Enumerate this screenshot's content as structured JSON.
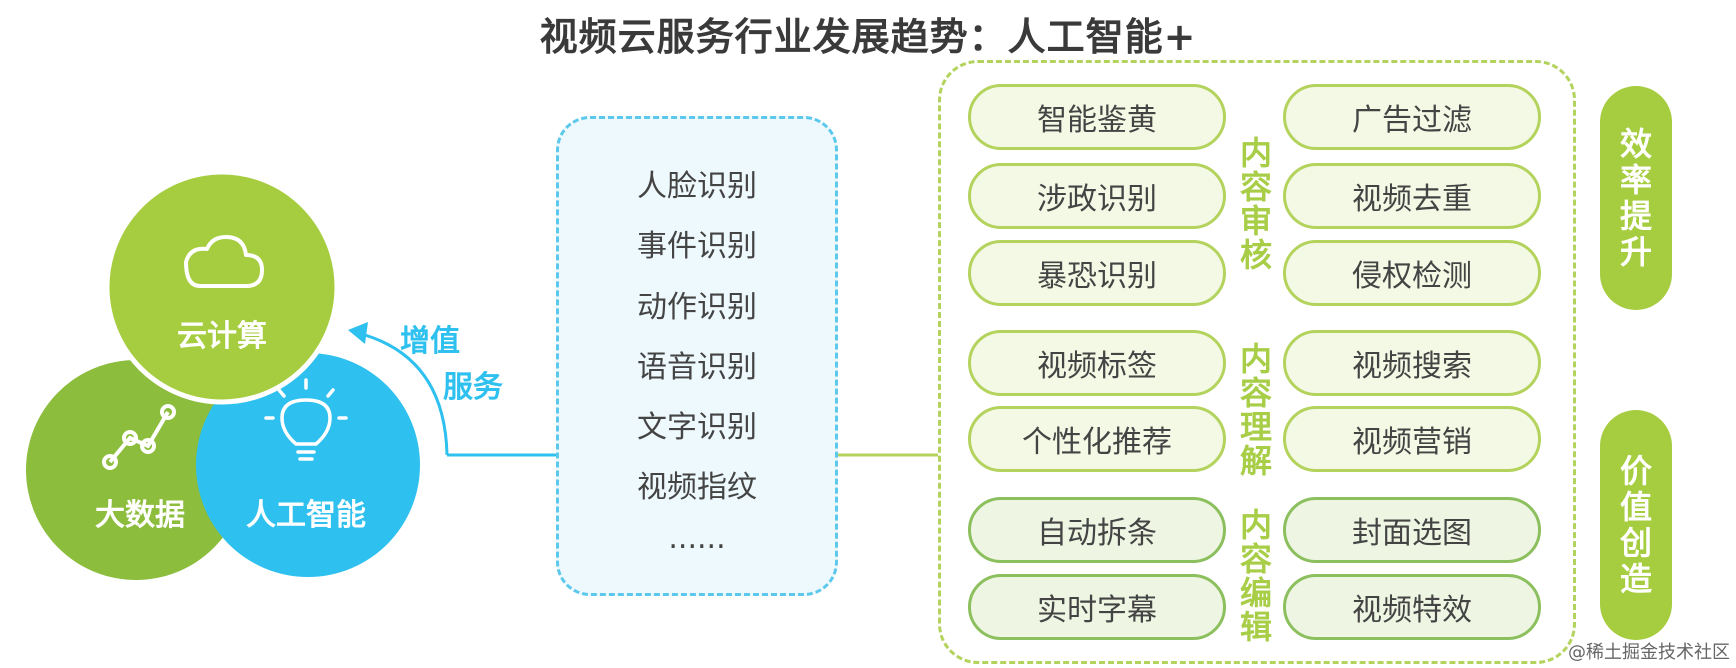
{
  "title": "视频云服务行业发展趋势：人工智能+",
  "foundations": {
    "cloud": "云计算",
    "bigdata": "大数据",
    "ai": "人工智能"
  },
  "value_added": {
    "line1": "增值",
    "line2": "服务"
  },
  "tech_capabilities": [
    "人脸识别",
    "事件识别",
    "动作识别",
    "语音识别",
    "文字识别",
    "视频指纹",
    "......"
  ],
  "categories": {
    "review": "内容审核",
    "understanding": "内容理解",
    "editing": "内容编辑"
  },
  "applications_left": [
    "智能鉴黄",
    "涉政识别",
    "暴恐识别",
    "视频标签",
    "个性化推荐",
    "自动拆条",
    "实时字幕"
  ],
  "applications_right": [
    "广告过滤",
    "视频去重",
    "侵权检测",
    "视频搜索",
    "视频营销",
    "封面选图",
    "视频特效"
  ],
  "benefits": {
    "efficiency": "效率提升",
    "value": "价值创造"
  },
  "credit": "@稀土掘金技术社区",
  "colors": {
    "green": "#a6cd3f",
    "green_dark": "#8dbd3c",
    "blue": "#2ec0ee",
    "pill_border": "#b3d35d"
  }
}
